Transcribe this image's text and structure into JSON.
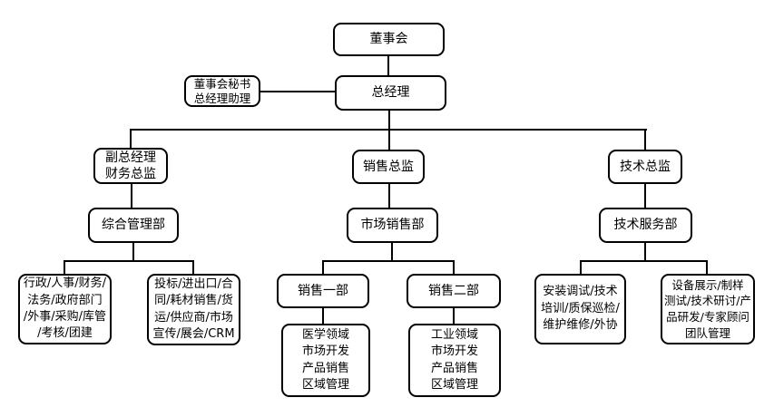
{
  "org": {
    "type": "org-chart",
    "colors": {
      "background": "#ffffff",
      "box_fill": "#ffffff",
      "box_border": "#000000",
      "line": "#000000",
      "text": "#000000"
    },
    "nodes": {
      "board": {
        "label": "董事会"
      },
      "secretary": {
        "label": "董事会秘书\n总经理助理"
      },
      "gm": {
        "label": "总经理"
      },
      "deputy_gm": {
        "label": "副总经理\n财务总监"
      },
      "sales_director": {
        "label": "销售总监"
      },
      "tech_director": {
        "label": "技术总监"
      },
      "general_admin_dept": {
        "label": "综合管理部"
      },
      "marketing_sales_dept": {
        "label": "市场销售部"
      },
      "tech_service_dept": {
        "label": "技术服务部"
      },
      "admin_duties": {
        "label": "行政/人事/财务/\n法务/政府部门\n/外事/采购/库管\n/考核/团建"
      },
      "bidding_duties": {
        "label": "投标/进出口/合\n同/耗材销售/货\n运/供应商/市场\n宣传/展会/CRM"
      },
      "sales_dept_1": {
        "label": "销售一部"
      },
      "sales_dept_2": {
        "label": "销售二部"
      },
      "install_duties": {
        "label": "安装调试/技术\n培训/质保巡检/\n维护维修/外协"
      },
      "demo_duties": {
        "label": "设备展示/制样\n测试/技术研讨/产\n品研发/专家顾问\n团队管理"
      },
      "medical_duties": {
        "label": "医学领域\n市场开发\n产品销售\n区域管理"
      },
      "industrial_duties": {
        "label": "工业领域\n市场开发\n产品销售\n区域管理"
      }
    },
    "edges": [
      {
        "from": "board",
        "to": "gm"
      },
      {
        "from": "secretary",
        "to": "gm"
      },
      {
        "from": "gm",
        "to": "deputy_gm"
      },
      {
        "from": "gm",
        "to": "sales_director"
      },
      {
        "from": "gm",
        "to": "tech_director"
      },
      {
        "from": "deputy_gm",
        "to": "general_admin_dept"
      },
      {
        "from": "sales_director",
        "to": "marketing_sales_dept"
      },
      {
        "from": "tech_director",
        "to": "tech_service_dept"
      },
      {
        "from": "general_admin_dept",
        "to": "admin_duties"
      },
      {
        "from": "general_admin_dept",
        "to": "bidding_duties"
      },
      {
        "from": "marketing_sales_dept",
        "to": "sales_dept_1"
      },
      {
        "from": "marketing_sales_dept",
        "to": "sales_dept_2"
      },
      {
        "from": "tech_service_dept",
        "to": "install_duties"
      },
      {
        "from": "tech_service_dept",
        "to": "demo_duties"
      },
      {
        "from": "sales_dept_1",
        "to": "medical_duties"
      },
      {
        "from": "sales_dept_2",
        "to": "industrial_duties"
      }
    ]
  }
}
